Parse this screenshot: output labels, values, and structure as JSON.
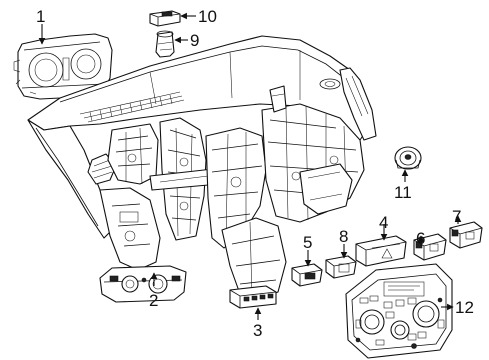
{
  "callouts": {
    "c1": "1",
    "c2": "2",
    "c3": "3",
    "c4": "4",
    "c5": "5",
    "c6": "6",
    "c7": "7",
    "c8": "8",
    "c9": "9",
    "c10": "10",
    "c11": "11",
    "c12": "12"
  },
  "icons": {
    "hazard_button": "hazard-warning-triangle-icon"
  }
}
